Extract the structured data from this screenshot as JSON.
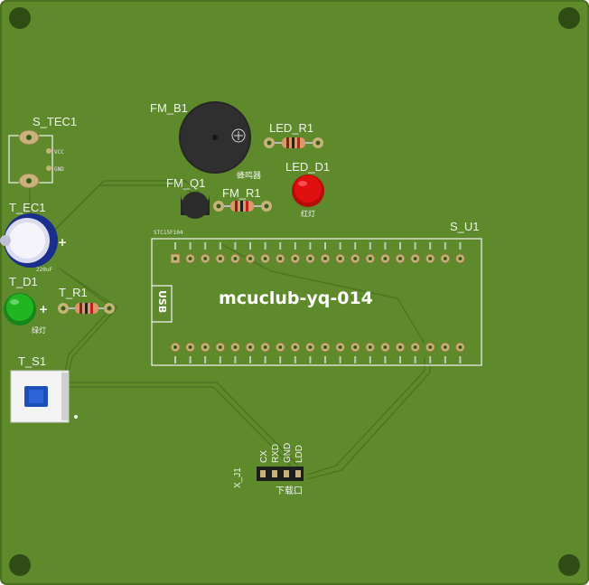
{
  "board": {
    "title": "mcuclub-yq-014",
    "usb_label": "USB",
    "colors": {
      "board": "#5e8a2c",
      "board_edge": "#4a7020",
      "trace": "#527c24",
      "silkscreen": "#f2f2f2",
      "pad": "#c7b27a",
      "hole": "#3b5a18",
      "header_black": "#1d1d1d",
      "led_red": "#e01010",
      "led_green": "#22b522",
      "cap_blue": "#1a2e8c",
      "switch_blue": "#1d4fb8"
    }
  },
  "components": {
    "s_tec1": {
      "ref": "S_TEC1",
      "pin1": "VCC",
      "pin2": "GND"
    },
    "fm_b1": {
      "ref": "FM_B1",
      "value": "蜂鸣器"
    },
    "led_r1": {
      "ref": "LED_R1"
    },
    "led_d1": {
      "ref": "LED_D1",
      "value": "红灯"
    },
    "fm_q1": {
      "ref": "FM_Q1"
    },
    "fm_r1": {
      "ref": "FM_R1"
    },
    "t_ec1": {
      "ref": "T_EC1",
      "value": "220uF",
      "plus": "+"
    },
    "t_d1": {
      "ref": "T_D1",
      "value": "绿灯",
      "plus": "+"
    },
    "t_r1": {
      "ref": "T_R1"
    },
    "t_s1": {
      "ref": "T_S1"
    },
    "s_u1": {
      "ref": "S_U1",
      "top_label": "STC15F104"
    },
    "x_j1": {
      "ref": "X_J1",
      "pins": [
        "CX",
        "RXD",
        "GND",
        "LDD"
      ],
      "value": "下载口"
    }
  }
}
